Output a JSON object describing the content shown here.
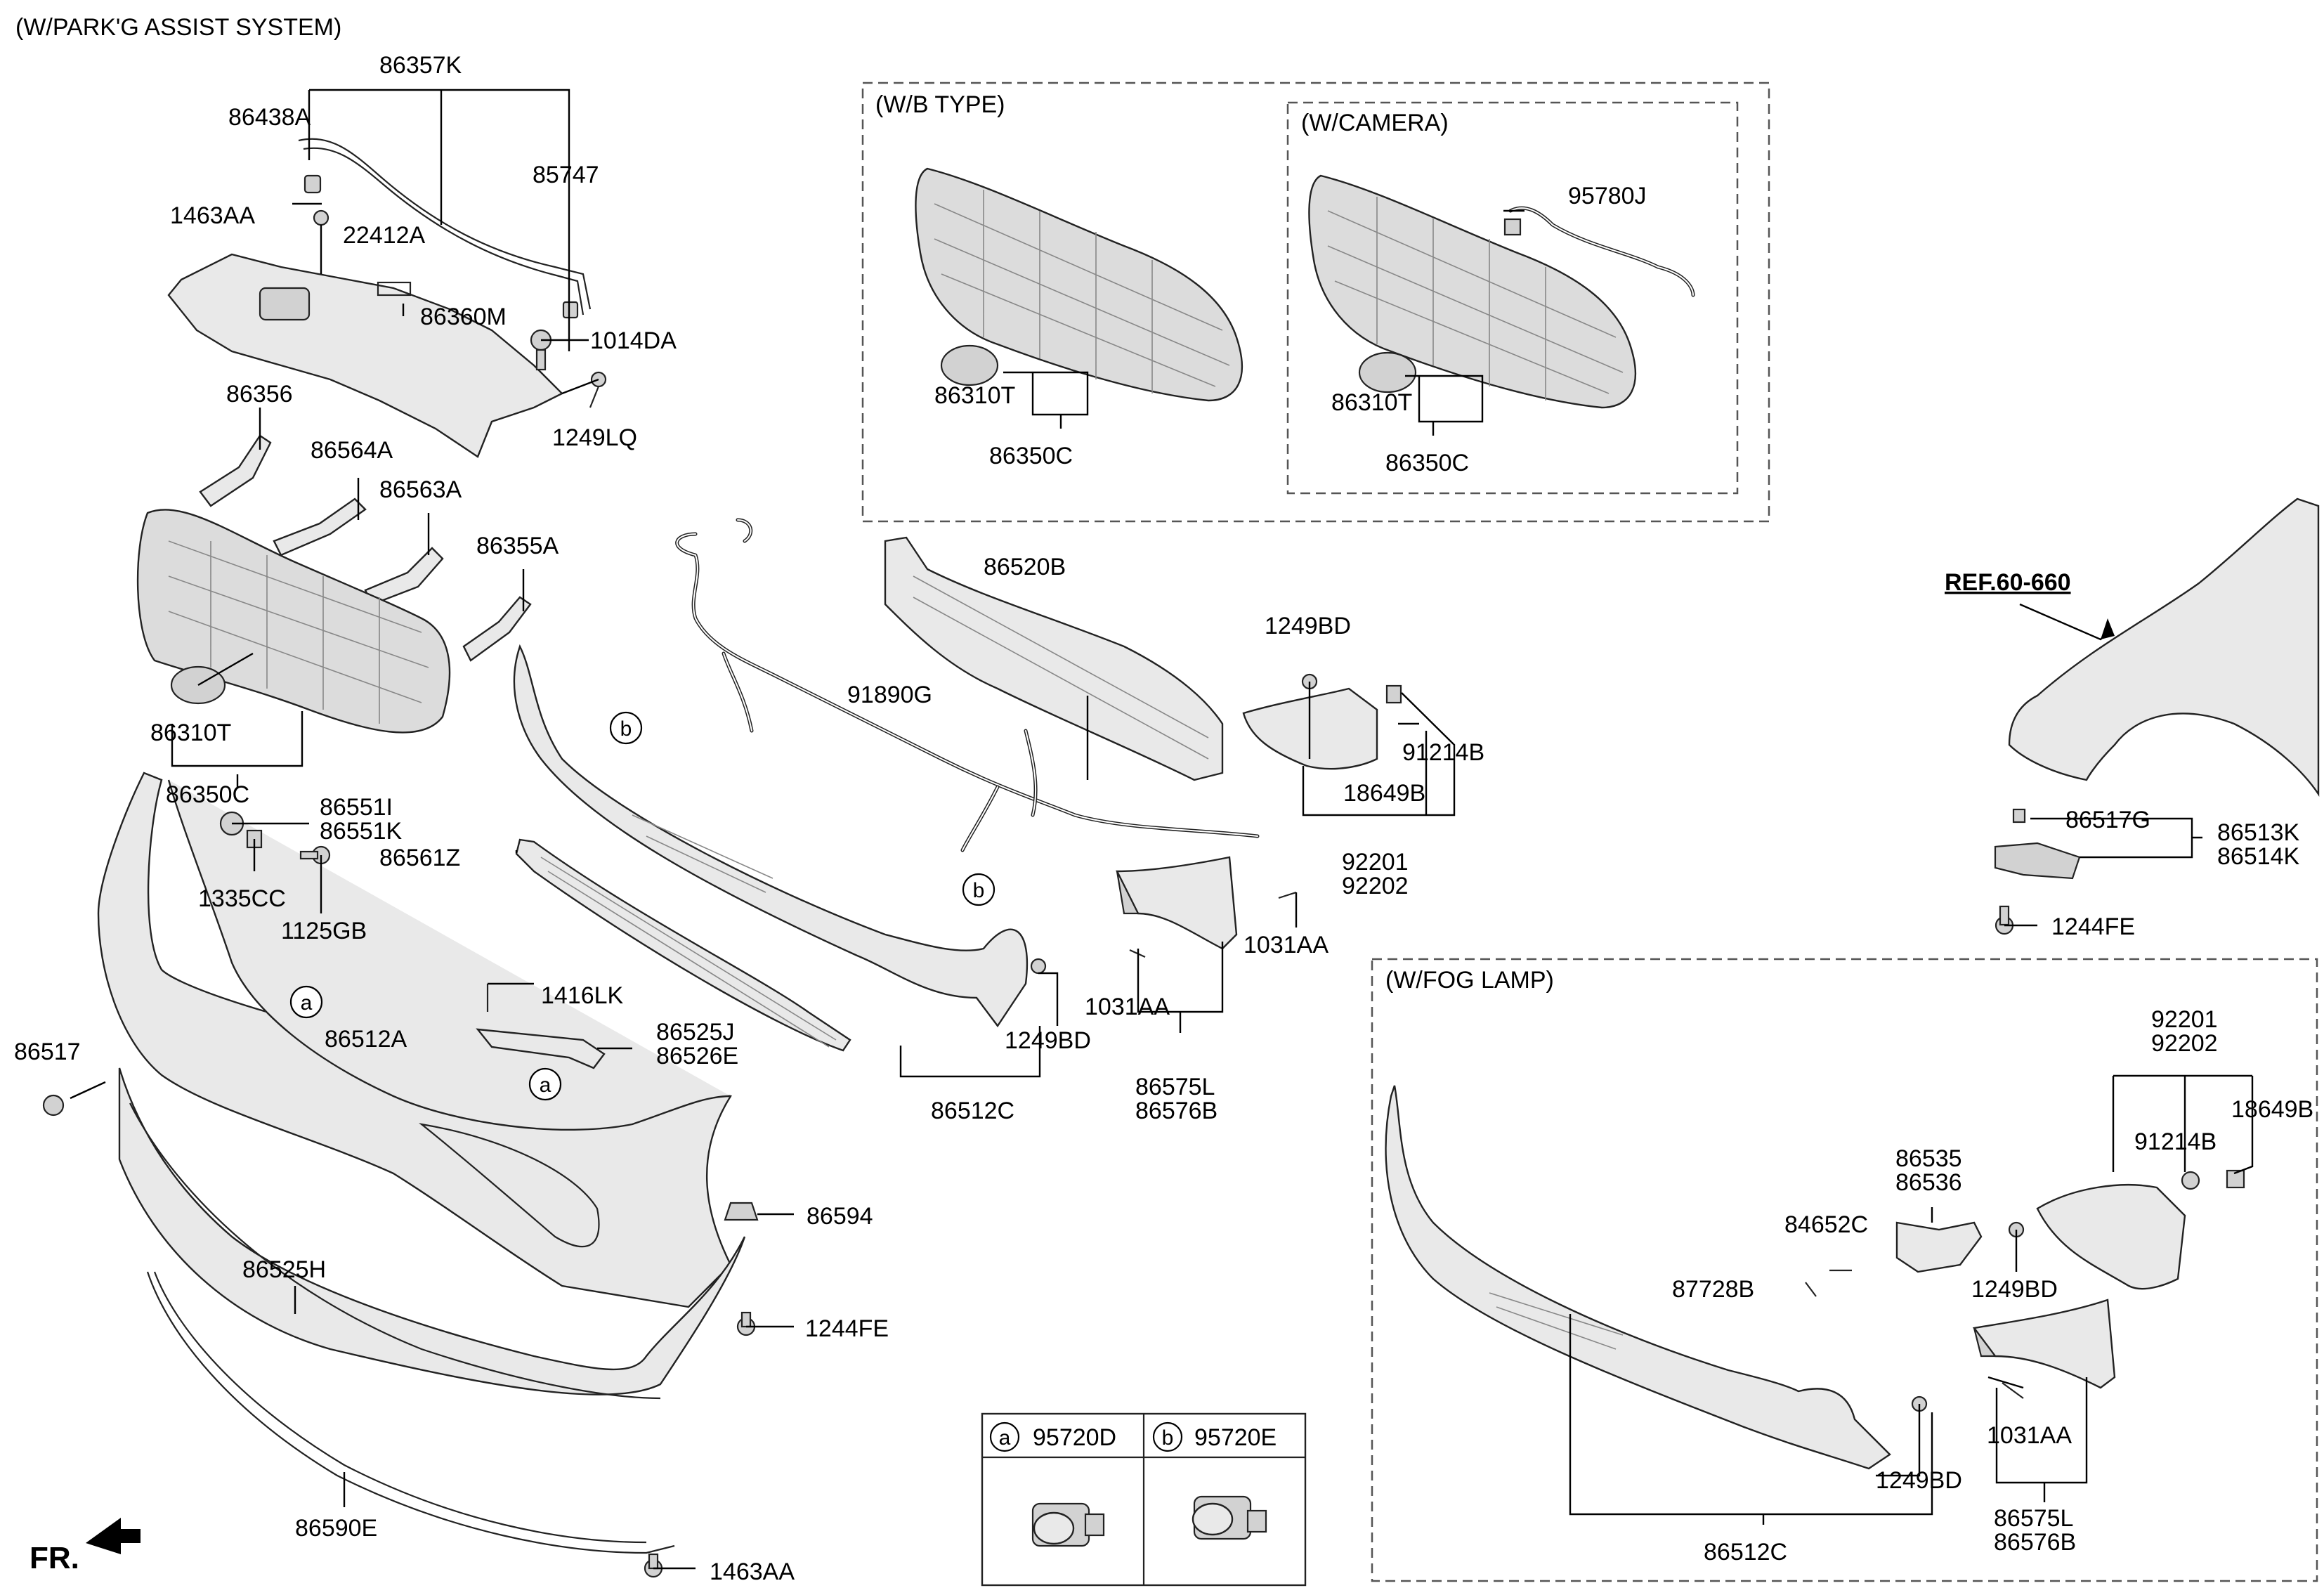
{
  "titles": {
    "parking_assist": "(W/PARK'G ASSIST SYSTEM)",
    "b_type": "(W/B TYPE)",
    "camera": "(W/CAMERA)",
    "fog_lamp": "(W/FOG LAMP)",
    "ref": "REF.60-660",
    "fr": "FR."
  },
  "labels": {
    "p86357K": "86357K",
    "p86438A": "86438A",
    "p85747": "85747",
    "p1463AA_top": "1463AA",
    "p22412A": "22412A",
    "p86360M": "86360M",
    "p1014DA": "1014DA",
    "p1249LQ": "1249LQ",
    "p86356": "86356",
    "p86564A": "86564A",
    "p86563A": "86563A",
    "p86355A": "86355A",
    "p86310T_main": "86310T",
    "p86350C_main": "86350C",
    "p86551I": "86551I",
    "p86551K": "86551K",
    "p86561Z": "86561Z",
    "p1335CC": "1335CC",
    "p1125GB": "1125GB",
    "p86517": "86517",
    "p86512A": "86512A",
    "p1416LK": "1416LK",
    "p86525J": "86525J",
    "p86526E": "86526E",
    "p86594": "86594",
    "p86525H": "86525H",
    "p1244FE_mid": "1244FE",
    "p86590E": "86590E",
    "p1463AA_bottom": "1463AA",
    "p86310T_b": "86310T",
    "p86350C_b": "86350C",
    "p95780J": "95780J",
    "p86310T_cam": "86310T",
    "p86350C_cam": "86350C",
    "p86520B": "86520B",
    "p91890G": "91890G",
    "p1249BD_top": "1249BD",
    "p91214B_top": "91214B",
    "p18649B_top": "18649B",
    "p92201_top": "92201",
    "p92202_top": "92202",
    "p1031AA_right": "1031AA",
    "p1031AA_left": "1031AA",
    "p1249BD_mid": "1249BD",
    "p86512C_main": "86512C",
    "p86575L_main": "86575L",
    "p86576B_main": "86576B",
    "p86517G": "86517G",
    "p86513K": "86513K",
    "p86514K": "86514K",
    "p1244FE_right": "1244FE",
    "p92201_fog": "92201",
    "p92202_fog": "92202",
    "p18649B_fog": "18649B",
    "p91214B_fog": "91214B",
    "p86535": "86535",
    "p86536": "86536",
    "p84652C": "84652C",
    "p87728B": "87728B",
    "p1249BD_fog_top": "1249BD",
    "p1031AA_fog": "1031AA",
    "p1249BD_fog_bottom": "1249BD",
    "p86575L_fog": "86575L",
    "p86576B_fog": "86576B",
    "p86512C_fog": "86512C"
  },
  "markers": {
    "a": "a",
    "b": "b"
  },
  "legend": {
    "a_part": "95720D",
    "b_part": "95720E"
  }
}
